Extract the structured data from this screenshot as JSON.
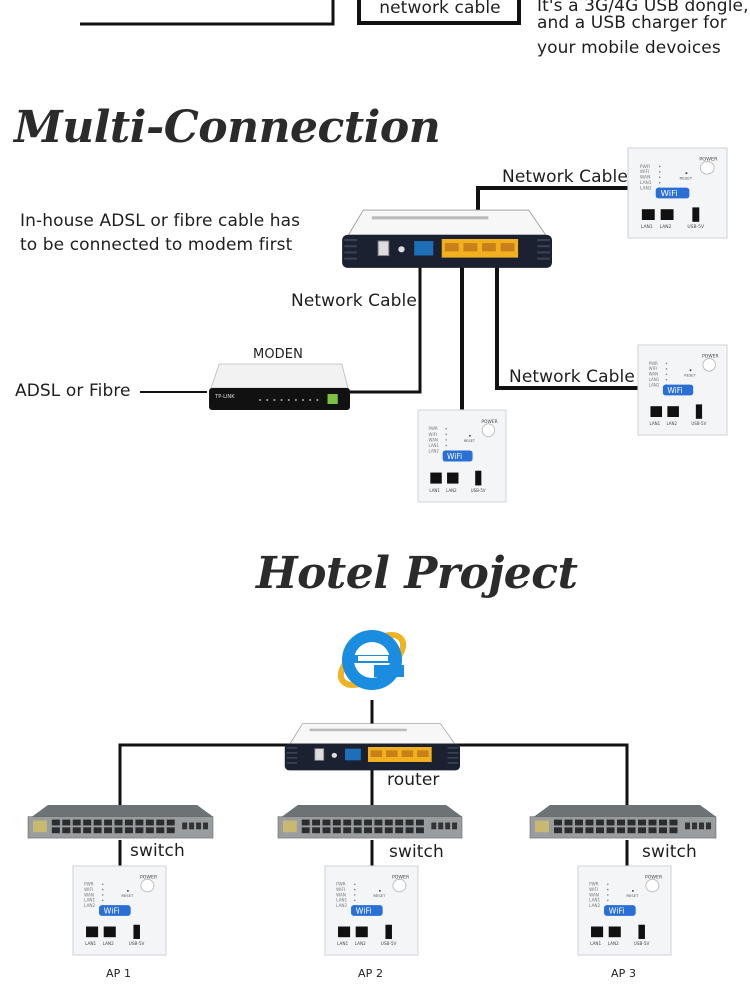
{
  "top_section": {
    "box_label": "network cable",
    "note_lines": [
      "It's a 3G/4G USB dongle,",
      "and a USB charger for",
      "your mobile devoices"
    ]
  },
  "multi_connection": {
    "title": "Multi-Connection",
    "note_lines": [
      "In-house ADSL or fibre cable has",
      "to be connected to modem first"
    ],
    "cable_label_top": "Network Cable",
    "cable_label_modem": "Network Cable",
    "cable_label_right": "Network Cable",
    "modem_label": "MODEN",
    "input_label": "ADSL or Fibre"
  },
  "hotel_project": {
    "title": "Hotel Project",
    "router_label": "router",
    "switch_labels": [
      "switch",
      "switch",
      "switch"
    ],
    "ap_labels": [
      "AP 1",
      "AP 2",
      "AP 3"
    ]
  },
  "device_panel": {
    "power_label": "POWER",
    "reset_label": "RESET",
    "wifi_label": "WiFi",
    "leds": [
      "PWR",
      "WIFI",
      "WAN",
      "LAN1",
      "LAN2"
    ],
    "ports": [
      "LAN1",
      "LAN2",
      "USB-5V"
    ]
  },
  "colors": {
    "cable": "#111111",
    "lan_ports": "#f2b01e",
    "wan_port": "#1d6fb8",
    "wifi_badge": "#2a6fd6",
    "ie_blue": "#1b8de0",
    "ie_ring": "#f0b323"
  }
}
